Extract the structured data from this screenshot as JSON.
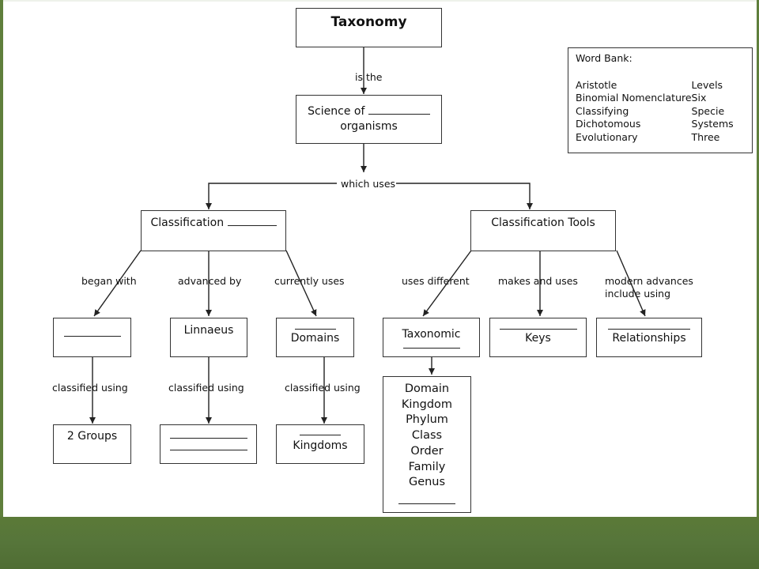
{
  "title": "Taxonomy",
  "links": {
    "is_the": "is the",
    "which_uses": "which uses",
    "began_with": "began with",
    "advanced_by": "advanced by",
    "currently_uses": "currently uses",
    "uses_different": "uses different",
    "makes_and_uses": "makes and uses",
    "modern_advances_1": "modern advances",
    "modern_advances_2": "include using",
    "classified_using_1": "classified using",
    "classified_using_2": "classified using",
    "classified_using_3": "classified using"
  },
  "nodes": {
    "science_of": "Science of",
    "organisms": "organisms",
    "classification": "Classification",
    "classification_tools": "Classification Tools",
    "linnaeus": "Linnaeus",
    "domains": "Domains",
    "taxonomic": "Taxonomic",
    "keys": "Keys",
    "relationships": "Relationships",
    "two_groups": "2 Groups",
    "kingdoms": "Kingdoms"
  },
  "levels": [
    "Domain",
    "Kingdom",
    "Phylum",
    "Class",
    "Order",
    "Family",
    "Genus"
  ],
  "word_bank": {
    "title": "Word Bank:",
    "left": [
      "Aristotle",
      "Binomial Nomenclature",
      "Classifying",
      "Dichotomous",
      "Evolutionary"
    ],
    "right": [
      "Levels",
      "Six",
      "Specie",
      "Systems",
      "Three"
    ]
  },
  "colors": {
    "frame_green": "#5b7a38",
    "line": "#222222"
  }
}
